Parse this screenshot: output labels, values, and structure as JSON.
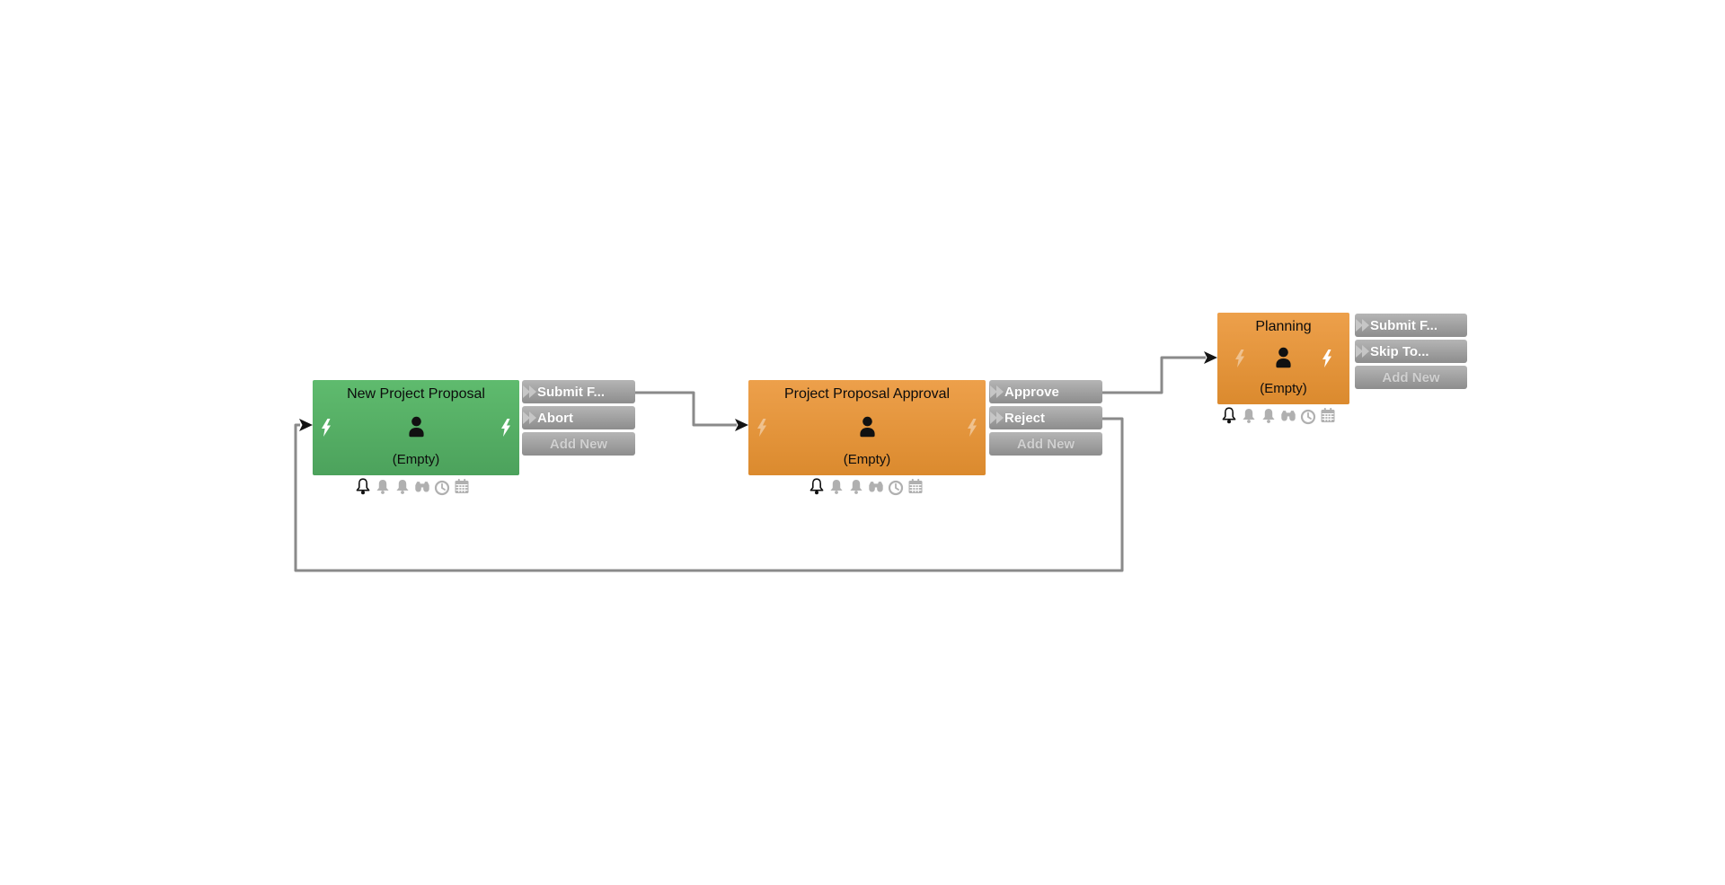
{
  "colors": {
    "background": "#ffffff",
    "start_step_green": "#54ae63",
    "task_step_orange": "#e3953d",
    "action_button_gray": "#a1a1a1",
    "action_button_text": "#ffffff",
    "add_new_text": "#d0d0d0",
    "connector_line": "#8a8a8a",
    "arrowhead": "#141414",
    "step_title_text": "#0c0c0c",
    "muted_icon_gray": "#b0b0b0"
  },
  "nodes": [
    {
      "title": "New Project Proposal",
      "assignment": "(Empty)",
      "color_hex": "#54ae63",
      "actions": [
        {
          "label": "Submit F...",
          "has_fast_forward_icon": true
        },
        {
          "label": "Abort",
          "has_fast_forward_icon": true
        },
        {
          "label": "Add New",
          "has_fast_forward_icon": false
        }
      ],
      "status_icons": [
        "bell-active",
        "bell-muted",
        "bell-muted",
        "binoculars",
        "clock",
        "calendar"
      ]
    },
    {
      "title": "Project Proposal Approval",
      "assignment": "(Empty)",
      "color_hex": "#e3953d",
      "actions": [
        {
          "label": "Approve",
          "has_fast_forward_icon": true
        },
        {
          "label": "Reject",
          "has_fast_forward_icon": true
        },
        {
          "label": "Add New",
          "has_fast_forward_icon": false
        }
      ],
      "status_icons": [
        "bell-active",
        "bell-muted",
        "bell-muted",
        "binoculars",
        "clock",
        "calendar"
      ]
    },
    {
      "title": "Planning",
      "assignment": "(Empty)",
      "color_hex": "#e3953d",
      "actions": [
        {
          "label": "Submit F...",
          "has_fast_forward_icon": true
        },
        {
          "label": "Skip To...",
          "has_fast_forward_icon": true
        },
        {
          "label": "Add New",
          "has_fast_forward_icon": false
        }
      ],
      "status_icons": [
        "bell-active",
        "bell-muted",
        "bell-muted",
        "binoculars",
        "clock",
        "calendar"
      ]
    }
  ],
  "connectors": [
    {
      "from": "New Project Proposal",
      "action": "Submit F...",
      "to": "Project Proposal Approval"
    },
    {
      "from": "Project Proposal Approval",
      "action": "Approve",
      "to": "Planning"
    },
    {
      "from": "Project Proposal Approval",
      "action": "Reject",
      "to": "New Project Proposal"
    }
  ]
}
